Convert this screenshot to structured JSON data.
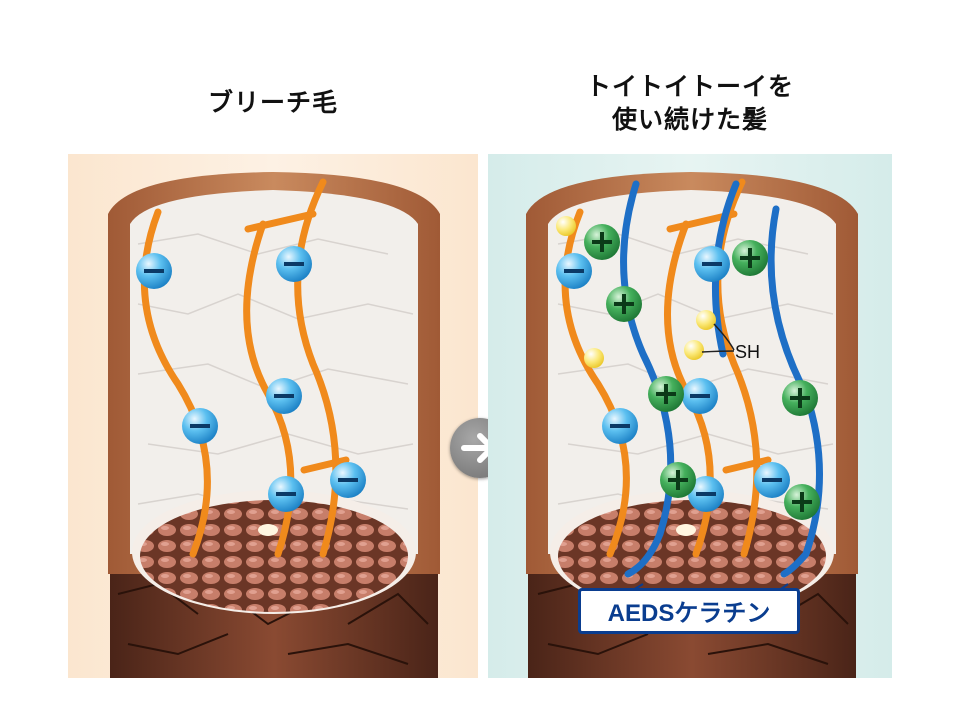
{
  "left": {
    "title": "ブリーチ毛"
  },
  "right": {
    "title_line1": "トイトイトーイを",
    "title_line2": "使い続けた髪"
  },
  "labels": {
    "sh": "SH",
    "keratin": "AEDSケラチン"
  },
  "icons": {
    "arrow": "arrow-right-icon",
    "negative": "minus-icon",
    "positive": "plus-icon"
  },
  "colors": {
    "orange_fiber": "#f08a1c",
    "blue_fiber": "#1e6fc6",
    "negative_ion": "#3aa8e8",
    "positive_ion": "#2e9a4a",
    "sh_dot": "#f7e04a",
    "cortex": "#7a4030",
    "label_border": "#0a3d8f"
  }
}
